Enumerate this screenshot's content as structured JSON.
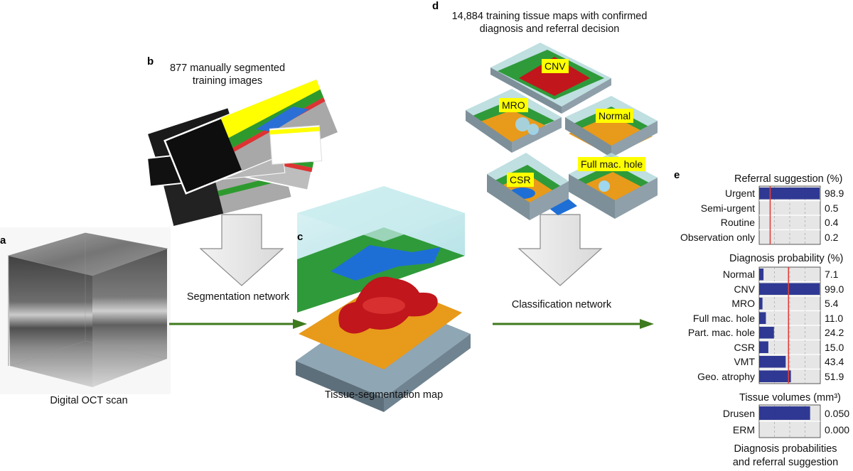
{
  "panels": {
    "a": {
      "letter": "a",
      "caption": "Digital OCT scan"
    },
    "b": {
      "letter": "b",
      "title_line1": "877 manually segmented",
      "title_line2": "training images"
    },
    "c": {
      "letter": "c",
      "caption": "Tissue-segmentation map"
    },
    "d": {
      "letter": "d",
      "title_line1": "14,884 training tissue maps with confirmed",
      "title_line2": "diagnosis and referral decision",
      "tags": [
        "CNV",
        "MRO",
        "Normal",
        "CSR",
        "Full mac. hole"
      ]
    },
    "e": {
      "letter": "e",
      "footer_line1": "Diagnosis probabilities",
      "footer_line2": "and referral suggestion"
    }
  },
  "networks": {
    "segmentation": "Segmentation network",
    "classification": "Classification network"
  },
  "colors": {
    "arrow_green": "#3e7a1e",
    "bar_blue": "#1f2a8c",
    "threshold_red": "#e0403a",
    "plot_bg": "#e6e6e6",
    "tag_yellow": "#ffff00"
  },
  "chart_data": [
    {
      "type": "bar",
      "title": "Referral suggestion (%)",
      "categories": [
        "Urgent",
        "Semi-urgent",
        "Routine",
        "Observation only"
      ],
      "values": [
        98.9,
        0.5,
        0.4,
        0.2
      ],
      "value_labels": [
        "98.9",
        "0.5",
        "0.4",
        "0.2"
      ],
      "xlim": [
        0,
        100
      ],
      "orientation": "horizontal"
    },
    {
      "type": "bar",
      "title": "Diagnosis probability (%)",
      "categories": [
        "Normal",
        "CNV",
        "MRO",
        "Full mac. hole",
        "Part. mac. hole",
        "CSR",
        "VMT",
        "Geo. atrophy"
      ],
      "values": [
        7.1,
        99.0,
        5.4,
        11.0,
        24.2,
        15.0,
        43.4,
        51.9
      ],
      "value_labels": [
        "7.1",
        "99.0",
        "5.4",
        "11.0",
        "24.2",
        "15.0",
        "43.4",
        "51.9"
      ],
      "xlim": [
        0,
        100
      ],
      "orientation": "horizontal"
    },
    {
      "type": "bar",
      "title": "Tissue volumes (mm³)",
      "categories": [
        "Drusen",
        "ERM"
      ],
      "values": [
        0.05,
        0.0
      ],
      "value_labels": [
        "0.050",
        "0.000"
      ],
      "orientation": "horizontal"
    }
  ]
}
